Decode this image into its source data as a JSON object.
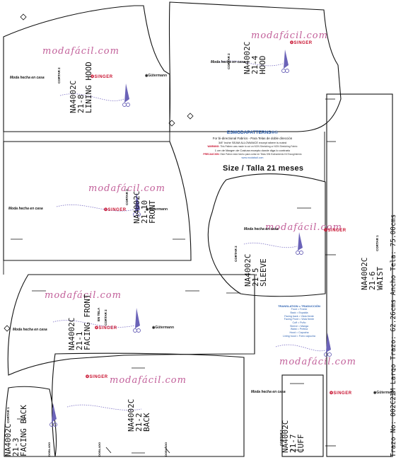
{
  "sheet": {
    "brand_script": "modafácil.com",
    "brand_small": "Moda hecha en casa",
    "sponsor_1": "SINGER",
    "sponsor_2": "Gütermann",
    "cut_label": "CORTAR",
    "header": {
      "title": "ESMODAPATTERNS®©",
      "line_1": "For bi-directional Fabrics - Para Telas de doble dirección",
      "line_2": "3/8\" Inche SEAM ALLOWANCE except where is noted",
      "warning_tag": "WARNING:",
      "warning_text": "This Pattern was made to cut on NON Stretching or NON Stretching Fabric",
      "line_3": "1 cm de Margen de Costura excepto donde diga lo contrario",
      "precaucion_tag": "PRECAUCION:",
      "precaucion_text": "Este Patrón está hecho para cortar en Telas SIN Estiramiento NI Encogimiento",
      "website": "www.modafacil.com"
    },
    "size_label": "Size / Talla  21 meses",
    "translation": {
      "heading": "TRANSLATION = TRADUCCIÓN",
      "lines": [
        "Front = Frente",
        "Back = Espalda",
        "Facing back = Vista frente",
        "Facing Front = Vista frente",
        "Cuff = Puño",
        "Sleeve = Manga",
        "Waist = Pretina",
        "Hood = Capucha",
        "Lining hood = Forro capucha"
      ]
    },
    "vertical_text": "Trazo No: 002C21M  Largo Trazo:  62.26cms  Ancho Tela:  75.00cms",
    "pieces": [
      {
        "code": "NA4002C\n21-8\nLINING HOOD",
        "count": "2"
      },
      {
        "code": "NA4002C\n21-4\nHOOD",
        "count": "2"
      },
      {
        "code": "NA4002C\n21-10\nFRONT",
        "count": "2"
      },
      {
        "code": "NA4002C\n21-5\nSLEEVE",
        "count": "2"
      },
      {
        "code": "NA4002C\n21-6\nWAIST",
        "count": "1"
      },
      {
        "code": "NA4002C\n21-1\nFACING FRONT",
        "count": "2"
      },
      {
        "code": "NA4002C\n21-2\nBACK",
        "count": "1"
      },
      {
        "code": "NA4002C\n21-3\nFACING BACK",
        "count": "1"
      },
      {
        "code": "NA4002C\n21-7\nCUFF",
        "count": "2"
      }
    ],
    "fold_label": "DOBLADO",
    "fabric_note": "EN TELA"
  }
}
